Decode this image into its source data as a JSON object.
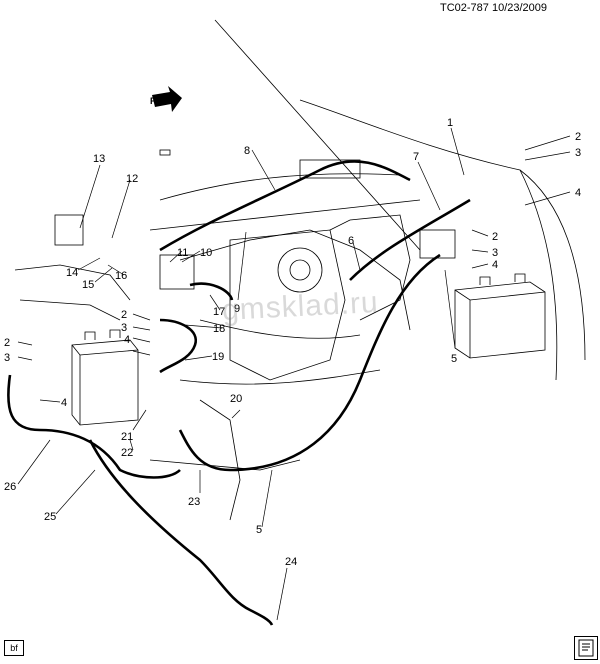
{
  "header": {
    "reference": "TC02-787  10/23/2009"
  },
  "front_arrow": {
    "label": "FRT"
  },
  "watermark": {
    "text": "gmsklad.ru"
  },
  "footer": {
    "mark": "bf"
  },
  "callouts": {
    "c1": "1",
    "c2a": "2",
    "c3a": "3",
    "c4a": "4",
    "c2b": "2",
    "c3b": "3",
    "c4b": "4",
    "c2c": "2",
    "c3c": "3",
    "c4c": "4",
    "c2d": "2",
    "c3d": "3",
    "c4d": "4",
    "c5a": "5",
    "c5b": "5",
    "c6": "6",
    "c7": "7",
    "c8": "8",
    "c9": "9",
    "c10": "10",
    "c11": "11",
    "c12": "12",
    "c13": "13",
    "c14": "14",
    "c15": "15",
    "c16": "16",
    "c17": "17",
    "c18": "18",
    "c19": "19",
    "c20": "20",
    "c21": "21",
    "c22": "22",
    "c23": "23",
    "c24": "24",
    "c25": "25",
    "c26": "26"
  },
  "colors": {
    "line": "#000000",
    "watermark": "#8a8a8a"
  }
}
